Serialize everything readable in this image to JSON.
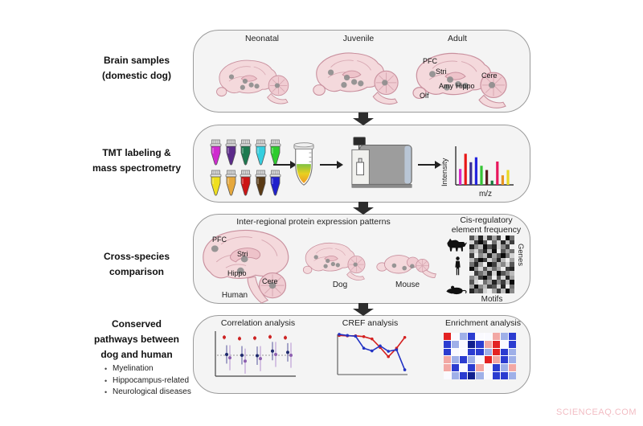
{
  "labels": {
    "row1a": "Brain samples",
    "row1b": "(domestic dog)",
    "row2a": "TMT labeling &",
    "row2b": "mass spectrometry",
    "row3a": "Cross-species",
    "row3b": "comparison",
    "row4a": "Conserved",
    "row4b": "pathways between",
    "row4c": "dog and human",
    "bullet1": "Myelination",
    "bullet2": "Hippocampus-related",
    "bullet3": "Neurological diseases"
  },
  "panel1": {
    "title_neonatal": "Neonatal",
    "title_juvenile": "Juvenile",
    "title_adult": "Adult",
    "regions": {
      "pfc": "PFC",
      "stri": "Stri",
      "amy": "Amy",
      "hippo": "Hippo",
      "cere": "Cere",
      "olf": "Olf"
    }
  },
  "panel2": {
    "ylabel": "Intensity",
    "xlabel": "m/z"
  },
  "panel3": {
    "title": "Inter-regional protein expression patterns",
    "caption_human": "Human",
    "caption_dog": "Dog",
    "caption_mouse": "Mouse",
    "regions": {
      "pfc": "PFC",
      "stri": "Stri",
      "hippo": "Hippo",
      "cere": "Cere"
    },
    "cis_title1": "Cis-regulatory",
    "cis_title2": "element frequency",
    "genes_label": "Genes",
    "motifs_label": "Motifs"
  },
  "panel4": {
    "title_correlation": "Correlation analysis",
    "title_cref": "CREF analysis",
    "title_enrichment": "Enrichment analysis"
  },
  "watermark": "SCIENCEAQ.COM",
  "colors": {
    "brain_fill": "#f4d9dc",
    "brain_stroke": "#c9909e",
    "dot": "#8e8e8e",
    "panel_bg": "#f4f4f4",
    "panel_border": "#9b9b9b",
    "arrow": "#2d2d2d",
    "watermark": "#f2bcc3"
  },
  "tube_colors": {
    "top": [
      "#cf2bcf",
      "#5b2b8a",
      "#1d7a50",
      "#35cfe0",
      "#2ecc2e"
    ],
    "bottom": [
      "#efe01e",
      "#e6a83c",
      "#cc1515",
      "#5a3a14",
      "#2020cc"
    ]
  },
  "chart_data": [
    {
      "type": "bar",
      "name": "ms-spectrum",
      "xlabel": "m/z",
      "ylabel": "Intensity",
      "colors": [
        "#d829c8",
        "#e81616",
        "#3a2f93",
        "#2424dd",
        "#34c434",
        "#5a1f1f",
        "#157a3a",
        "#e8175d",
        "#e89420",
        "#e8d822"
      ],
      "values": [
        0.45,
        0.88,
        0.64,
        0.78,
        0.54,
        0.42,
        0.12,
        0.66,
        0.27,
        0.42
      ]
    },
    {
      "type": "scatter",
      "name": "correlation-analysis",
      "dashed_line": 0.5,
      "point_colors": {
        "red": "#cc2222",
        "blue": "#1f2a6e",
        "violet": "#8d5fb0"
      },
      "error_half": {
        "red": 0.05,
        "blue": 0.22,
        "violet": 0.3
      },
      "groups": [
        {
          "red": 0.93,
          "blue": 0.52,
          "violet": 0.44
        },
        {
          "red": 0.9,
          "blue": 0.5,
          "violet": 0.36
        },
        {
          "red": 0.91,
          "blue": 0.49,
          "violet": 0.42
        },
        {
          "red": 0.94,
          "blue": 0.6,
          "violet": 0.52
        },
        {
          "red": 0.92,
          "blue": 0.57,
          "violet": 0.5
        }
      ]
    },
    {
      "type": "line",
      "name": "cref-analysis",
      "x": [
        0,
        1,
        2,
        3,
        4,
        5,
        6,
        7,
        8
      ],
      "series": [
        {
          "name": "red-series",
          "color": "#d42020",
          "values": [
            0.93,
            0.92,
            0.92,
            0.9,
            0.84,
            0.62,
            0.38,
            0.6,
            0.88
          ]
        },
        {
          "name": "blue-series",
          "color": "#2233c4",
          "values": [
            0.96,
            0.93,
            0.91,
            0.6,
            0.53,
            0.66,
            0.52,
            0.56,
            0.04
          ]
        }
      ]
    },
    {
      "type": "heatmap",
      "name": "cis-regulatory-frequency",
      "scale": "grayscale-digits-0dark-9light",
      "rows": [
        "3718262904",
        "8203948172",
        "1570318529",
        "6841709364",
        "2957163048",
        "7302851796",
        "4169027583",
        "0583746921",
        "9246180357",
        "5720493816",
        "3894615270",
        "6057238194",
        "1438962705"
      ]
    },
    {
      "type": "heatmap",
      "name": "enrichment-analysis",
      "palette": {
        "R": "#e32222",
        "r": "#f2a8a4",
        "W": "#fafaff",
        "b": "#9fb0e8",
        "B": "#2b3cd0",
        "D": "#101f8e"
      },
      "rows": [
        "RWbBWWrbB",
        "BbWDBrRWB",
        "BWWBBbRBb",
        "rbBbWRrBb",
        "rBWBrWBbr",
        "WbBDbWBBb"
      ]
    }
  ]
}
